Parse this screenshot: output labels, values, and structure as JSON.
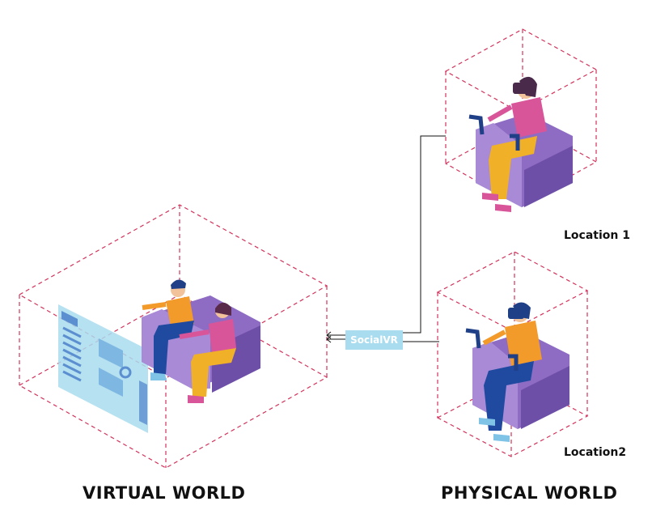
{
  "labels": {
    "virtual_world": "VIRTUAL WORLD",
    "physical_world": "PHYSICAL WORLD",
    "location1": "Location 1",
    "location2": "Location2",
    "connector": "SocialVR"
  },
  "colors": {
    "box_dash": "#d2345c",
    "chair": "#8e6cc3",
    "chair_dark": "#6e4fa8",
    "shirt_pink": "#d9559a",
    "shirt_orange": "#f29a2a",
    "pants_yellow": "#f0b128",
    "pants_blue": "#1f4aa0",
    "screen": "#a9dcef",
    "tag": "#a9dcef",
    "line": "#111111"
  }
}
